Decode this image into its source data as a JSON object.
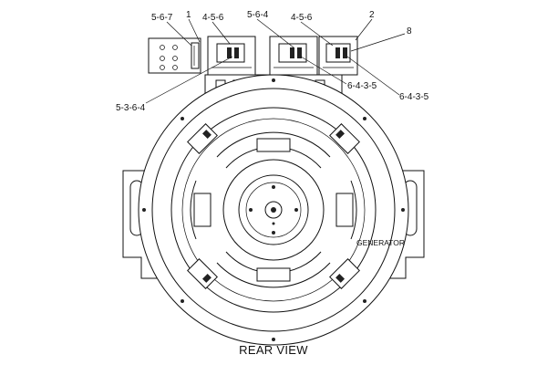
{
  "callouts": {
    "c_5_6_7": "5-6-7",
    "c_1": "1",
    "c_4_5_6_left": "4-5-6",
    "c_5_6_4": "5-6-4",
    "c_4_5_6_right": "4-5-6",
    "c_2": "2",
    "c_8": "8",
    "c_5_3_6_4": "5-3-6-4",
    "c_6_4_3_5_a": "6-4-3-5",
    "c_6_4_3_5_b": "6-4-3-5"
  },
  "generator_label": "GENERATOR",
  "view_caption": "REAR VIEW"
}
